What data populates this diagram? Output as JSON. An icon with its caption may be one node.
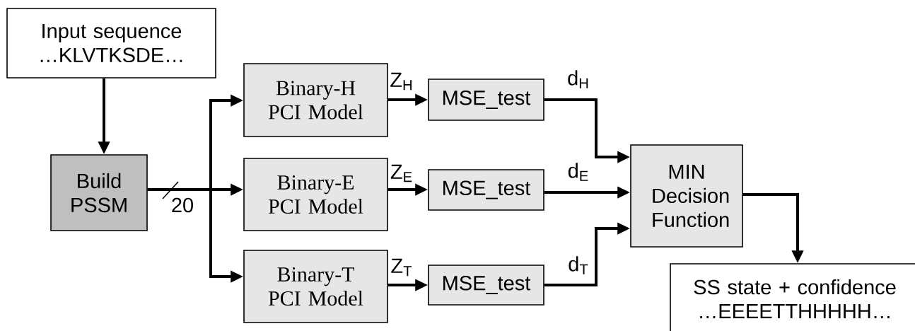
{
  "diagram": {
    "nodes": [
      {
        "text": [
          "Input sequence",
          "…KLVTKSDE…"
        ]
      },
      {
        "text": [
          "Build PSSM"
        ]
      },
      {
        "text": [
          "Binary-H PCI Model"
        ]
      },
      {
        "text": [
          "Binary-E PCI Model"
        ]
      },
      {
        "text": [
          "Binary-T PCI Model"
        ]
      },
      {
        "text": [
          "MSE_test"
        ]
      },
      {
        "text": [
          "MSE_test"
        ]
      },
      {
        "text": [
          "MSE_test"
        ]
      },
      {
        "text": [
          "MIN Decision Function"
        ]
      },
      {
        "text": [
          "SS state +  confidence",
          "…EEEETTHHHHH…"
        ]
      }
    ],
    "edges": [
      {
        "from": 0,
        "to": 1,
        "arrow": "to"
      },
      {
        "from": 1,
        "to": 2,
        "arrow": "to"
      },
      {
        "from": 1,
        "to": 3,
        "arrow": "to",
        "label": "20"
      },
      {
        "from": 1,
        "to": 4,
        "arrow": "to"
      },
      {
        "from": 2,
        "to": 5,
        "arrow": "to",
        "label": "Z$_{H}$"
      },
      {
        "from": 3,
        "to": 6,
        "arrow": "to",
        "label": "Z$_{E}$"
      },
      {
        "from": 4,
        "to": 7,
        "arrow": "to",
        "label": "Z$_{T}$"
      },
      {
        "from": 5,
        "to": 8,
        "arrow": "to",
        "label": "d$_{H}$"
      },
      {
        "from": 6,
        "to": 8,
        "arrow": "to",
        "label": "d$_{E}$"
      },
      {
        "from": 7,
        "to": 8,
        "arrow": "to",
        "label": "d$_{T}$"
      },
      {
        "from": 8,
        "to": 9,
        "arrow": "to"
      }
    ]
  }
}
